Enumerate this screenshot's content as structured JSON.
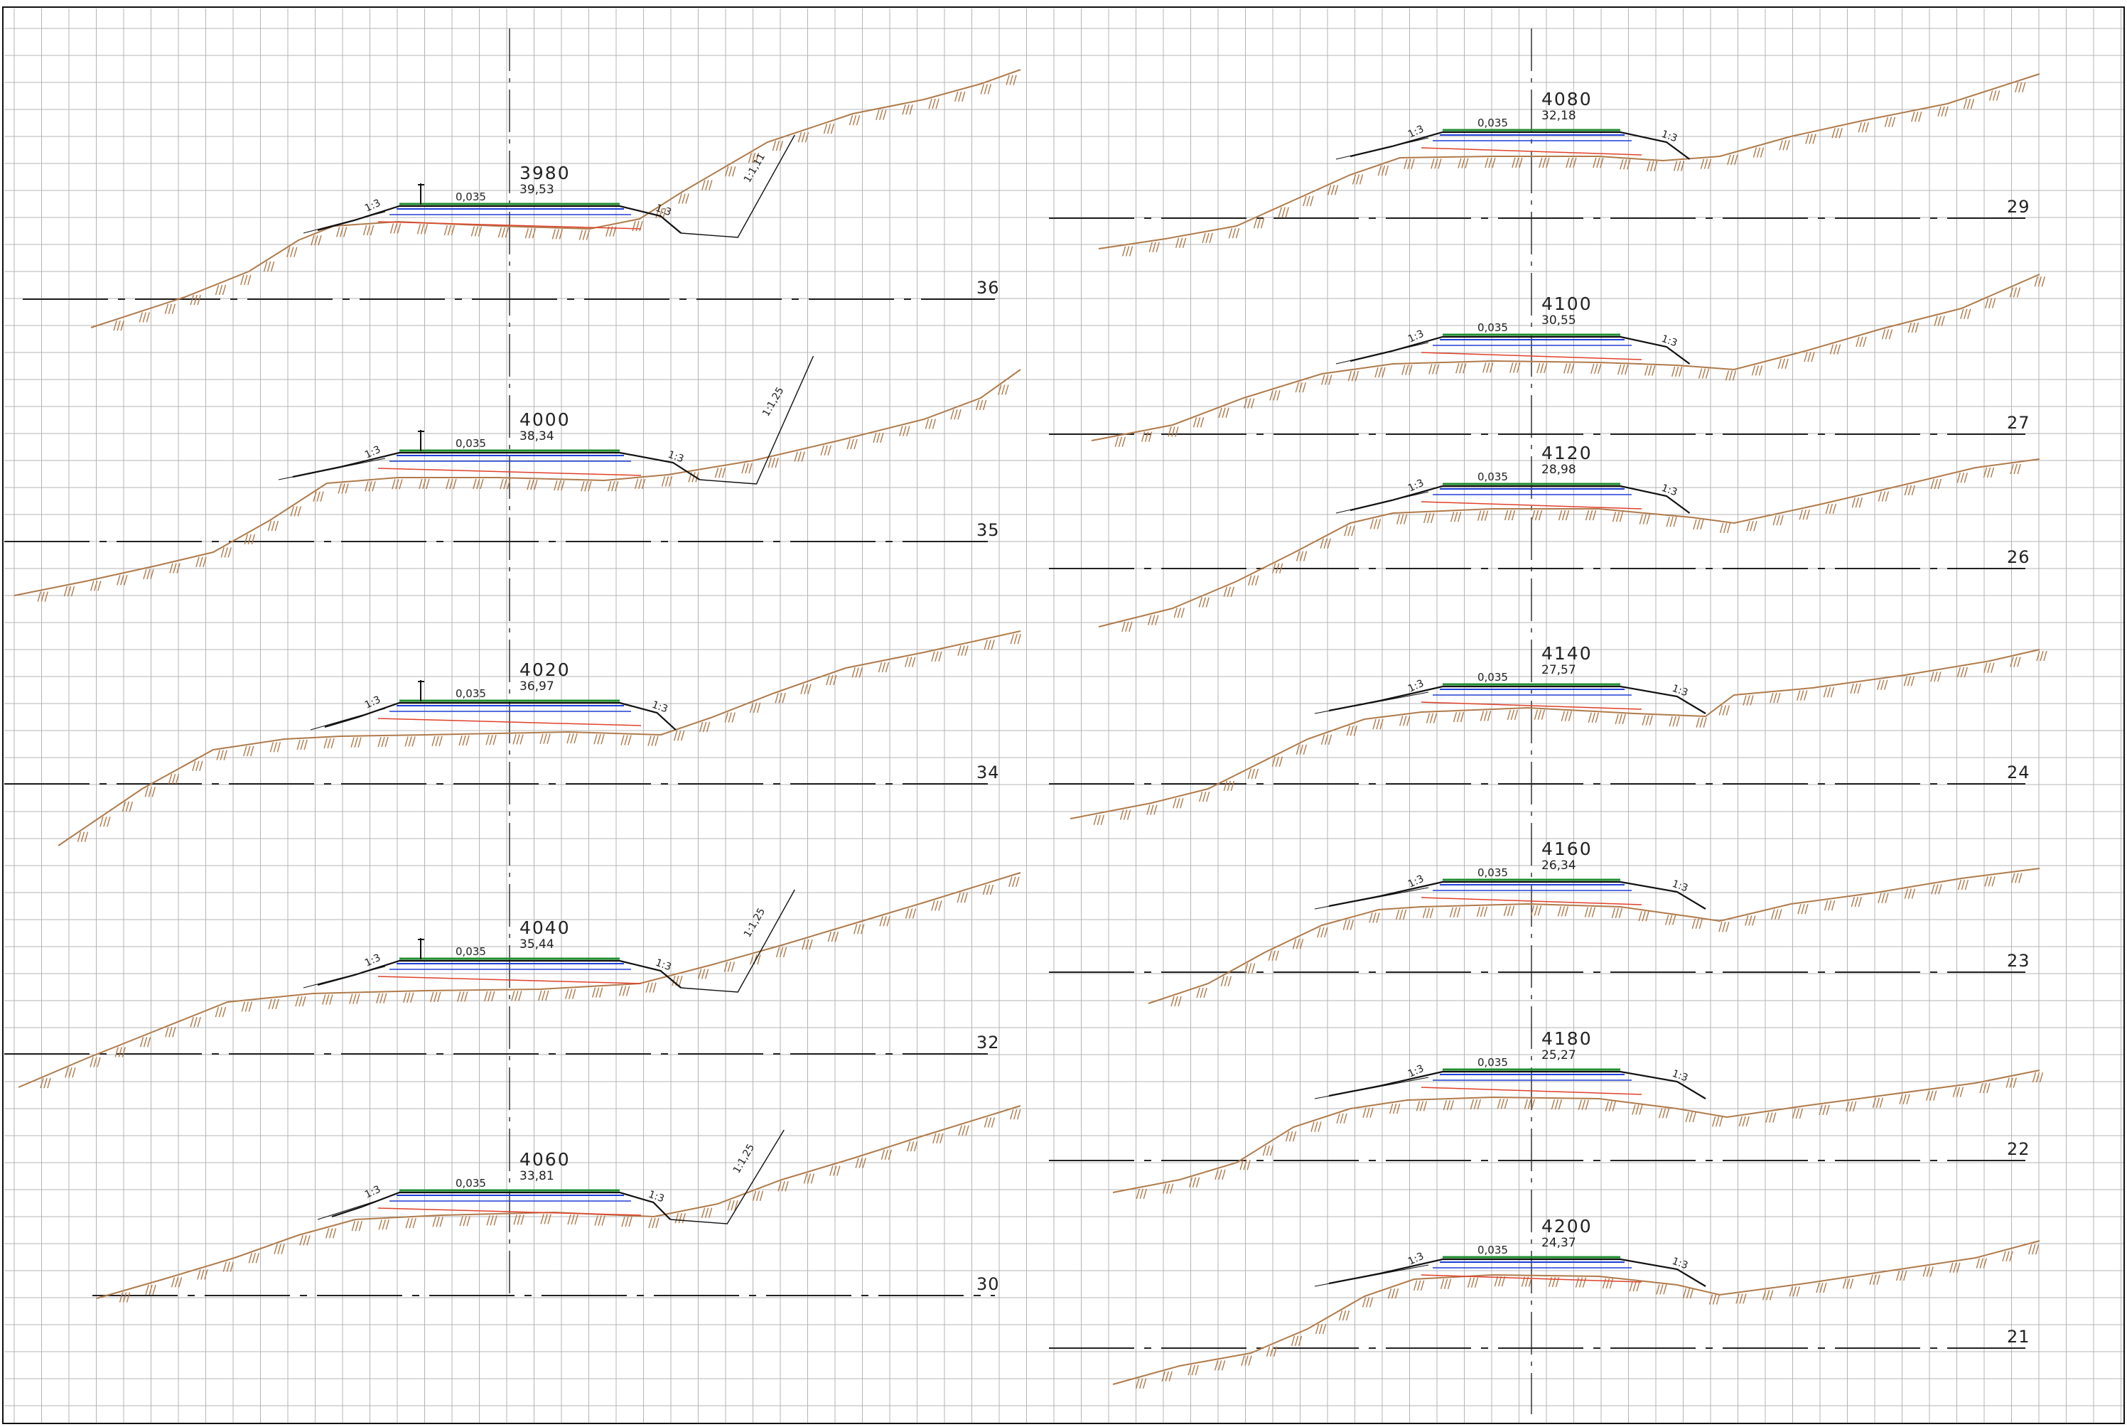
{
  "sheet": {
    "colors": {
      "background": "#ffffff",
      "grid": "#b4b4b4",
      "ground": "#b07a4a",
      "embankment": "#111111",
      "green_layer": "#1f8f2f",
      "blue_layer": "#1f3fd8",
      "red_layer": "#e0402a",
      "axis": "#333333"
    },
    "line_types": [
      "dash-dot",
      "hatched-ground"
    ],
    "left_column": [
      {
        "station": "3980",
        "elevation": "39,53",
        "datum": "36",
        "left_slope": "1:3",
        "right_slope": "1:3",
        "grade": "0,035",
        "ditch_slope": "1:1,11",
        "has_signal_post": true
      },
      {
        "station": "4000",
        "elevation": "38,34",
        "datum": "35",
        "left_slope": "1:3",
        "right_slope": "1:3",
        "grade": "0,035",
        "ditch_slope": "1:1,25",
        "has_signal_post": true
      },
      {
        "station": "4020",
        "elevation": "36,97",
        "datum": "34",
        "left_slope": "1:3",
        "right_slope": "1:3",
        "grade": "0,035",
        "ditch_slope": "",
        "has_signal_post": true
      },
      {
        "station": "4040",
        "elevation": "35,44",
        "datum": "32",
        "left_slope": "1:3",
        "right_slope": "1:3",
        "grade": "0,035",
        "ditch_slope": "1:1,25",
        "has_signal_post": true
      },
      {
        "station": "4060",
        "elevation": "33,81",
        "datum": "30",
        "left_slope": "1:3",
        "right_slope": "1:3",
        "grade": "0,035",
        "ditch_slope": "1:1,25",
        "has_signal_post": false
      }
    ],
    "right_column": [
      {
        "station": "4080",
        "elevation": "32,18",
        "datum": "29",
        "left_slope": "1:3",
        "right_slope": "1:3",
        "grade": "0,035"
      },
      {
        "station": "4100",
        "elevation": "30,55",
        "datum": "27",
        "left_slope": "1:3",
        "right_slope": "1:3",
        "grade": "0,035"
      },
      {
        "station": "4120",
        "elevation": "28,98",
        "datum": "26",
        "left_slope": "1:3",
        "right_slope": "1:3",
        "grade": "0,035"
      },
      {
        "station": "4140",
        "elevation": "27,57",
        "datum": "24",
        "left_slope": "1:3",
        "right_slope": "1:3",
        "grade": "0,035"
      },
      {
        "station": "4160",
        "elevation": "26,34",
        "datum": "23",
        "left_slope": "1:3",
        "right_slope": "1:3",
        "grade": "0,035"
      },
      {
        "station": "4180",
        "elevation": "25,27",
        "datum": "22",
        "left_slope": "1:3",
        "right_slope": "1:3",
        "grade": "0,035"
      },
      {
        "station": "4200",
        "elevation": "24,37",
        "datum": "21",
        "left_slope": "1:3",
        "right_slope": "1:3",
        "grade": "0,035"
      }
    ]
  }
}
